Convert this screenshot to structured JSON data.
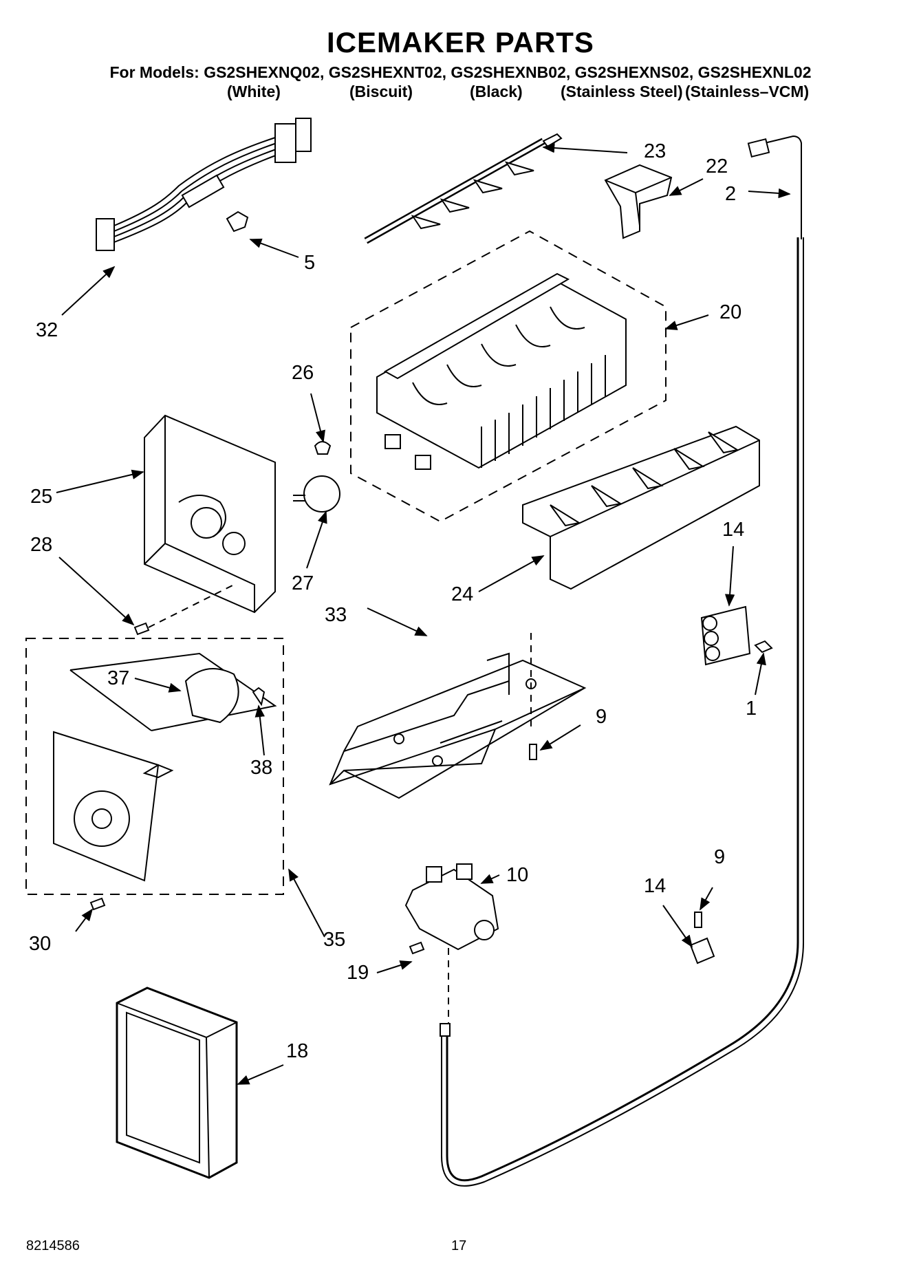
{
  "header": {
    "title": "ICEMAKER PARTS",
    "models_line": "For Models: GS2SHEXNQ02, GS2SHEXNT02, GS2SHEXNB02, GS2SHEXNS02, GS2SHEXNL02",
    "colors": [
      "(White)",
      "(Biscuit)",
      "(Black)",
      "(Stainless Steel)",
      "(Stainless–VCM)"
    ]
  },
  "callouts": {
    "c1": "1",
    "c2": "2",
    "c5": "5",
    "c9a": "9",
    "c9b": "9",
    "c10": "10",
    "c14a": "14",
    "c14b": "14",
    "c18": "18",
    "c19": "19",
    "c20": "20",
    "c22": "22",
    "c23": "23",
    "c24": "24",
    "c25": "25",
    "c26": "26",
    "c27": "27",
    "c28": "28",
    "c30": "30",
    "c32": "32",
    "c33": "33",
    "c35": "35",
    "c37": "37",
    "c38": "38"
  },
  "footer": {
    "doc_number": "8214586",
    "page_number": "17"
  }
}
